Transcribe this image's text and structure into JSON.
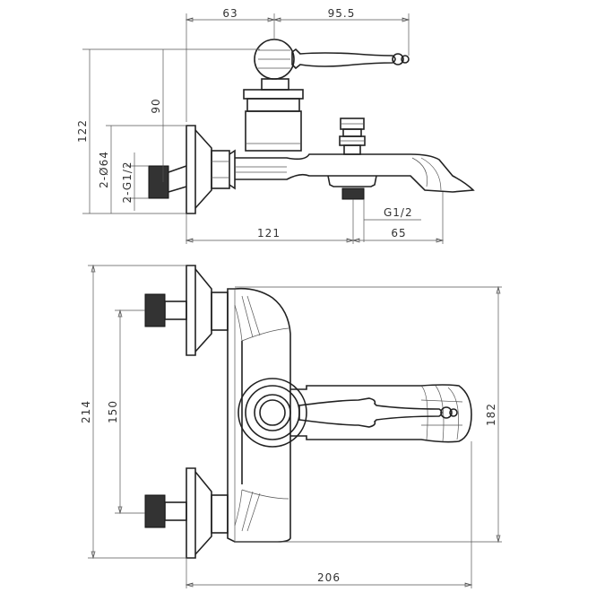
{
  "dimensions": {
    "top_width_left": "63",
    "top_width_right": "95.5",
    "height_total": "122",
    "height_inlet": "90",
    "dia_label": "2-Ø64",
    "thread_label_left": "2-G1/2",
    "outlet_thread": "G1/2",
    "bottom_left": "121",
    "bottom_right": "65",
    "plan_height": "214",
    "center_distance": "150",
    "plan_right_height": "182",
    "plan_width": "206"
  },
  "colors": {
    "line": "#222222",
    "dimension": "#555555",
    "hatch": "#333333"
  }
}
